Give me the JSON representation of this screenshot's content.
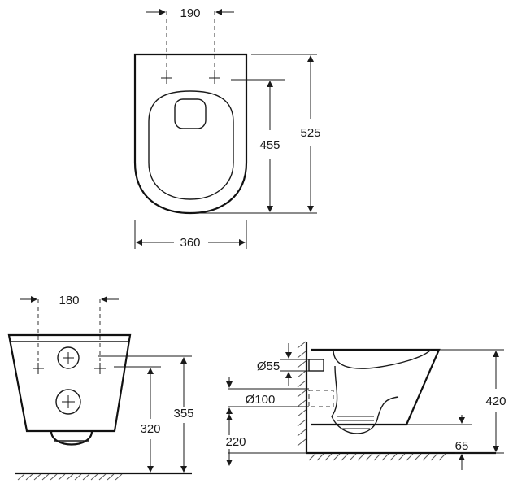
{
  "top_view": {
    "dim_bolt_spacing": "190",
    "dim_width": "360",
    "dim_bolt_to_front": "455",
    "dim_length": "525"
  },
  "front_view": {
    "dim_bolt_spacing": "180",
    "dim_bolt_height": "320",
    "dim_upper_height": "355"
  },
  "side_view": {
    "dim_inlet_diameter": "Ø55",
    "dim_outlet_diameter": "Ø100",
    "dim_outlet_height": "220",
    "dim_rim_height": "420",
    "dim_clearance": "65"
  }
}
